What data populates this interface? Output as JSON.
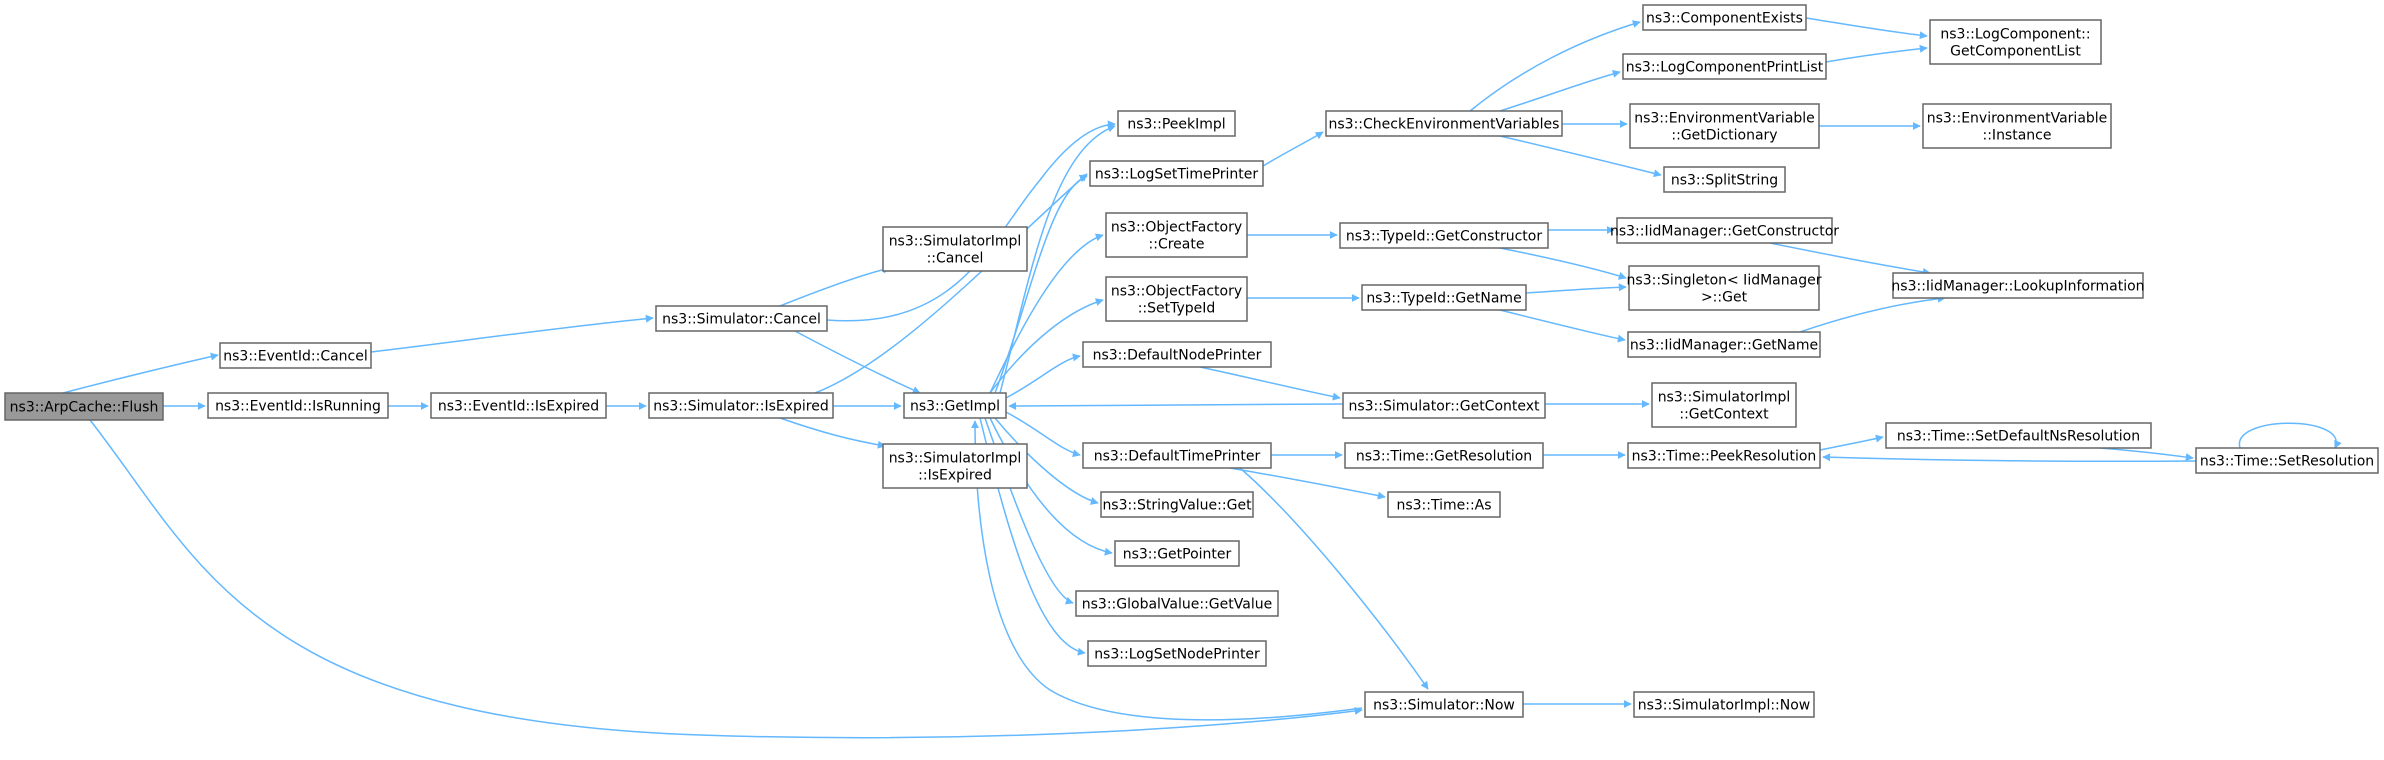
{
  "colors": {
    "edge": "#63b8ff",
    "node_border": "#666666",
    "root_fill": "#999999",
    "node_fill": "#ffffff"
  },
  "nodes": [
    {
      "id": "flush",
      "lines": [
        "ns3::ArpCache::Flush"
      ],
      "root": true
    },
    {
      "id": "eid_cancel",
      "lines": [
        "ns3::EventId::Cancel"
      ]
    },
    {
      "id": "eid_isrunning",
      "lines": [
        "ns3::EventId::IsRunning"
      ]
    },
    {
      "id": "eid_isexpired",
      "lines": [
        "ns3::EventId::IsExpired"
      ]
    },
    {
      "id": "sim_cancel",
      "lines": [
        "ns3::Simulator::Cancel"
      ]
    },
    {
      "id": "sim_isexpired",
      "lines": [
        "ns3::Simulator::IsExpired"
      ]
    },
    {
      "id": "simimpl_cancel",
      "lines": [
        "ns3::SimulatorImpl",
        "::Cancel"
      ]
    },
    {
      "id": "simimpl_isexpired",
      "lines": [
        "ns3::SimulatorImpl",
        "::IsExpired"
      ]
    },
    {
      "id": "getimpl",
      "lines": [
        "ns3::GetImpl"
      ]
    },
    {
      "id": "peekimpl",
      "lines": [
        "ns3::PeekImpl"
      ]
    },
    {
      "id": "logsettimeprinter",
      "lines": [
        "ns3::LogSetTimePrinter"
      ]
    },
    {
      "id": "of_create",
      "lines": [
        "ns3::ObjectFactory",
        "::Create"
      ]
    },
    {
      "id": "of_settypeid",
      "lines": [
        "ns3::ObjectFactory",
        "::SetTypeId"
      ]
    },
    {
      "id": "defaultnodeprinter",
      "lines": [
        "ns3::DefaultNodePrinter"
      ]
    },
    {
      "id": "defaulttimeprinter",
      "lines": [
        "ns3::DefaultTimePrinter"
      ]
    },
    {
      "id": "stringvalue_get",
      "lines": [
        "ns3::StringValue::Get"
      ]
    },
    {
      "id": "getpointer",
      "lines": [
        "ns3::GetPointer"
      ]
    },
    {
      "id": "gv_getvalue",
      "lines": [
        "ns3::GlobalValue::GetValue"
      ]
    },
    {
      "id": "logsetnodeprinter",
      "lines": [
        "ns3::LogSetNodePrinter"
      ]
    },
    {
      "id": "checkenv",
      "lines": [
        "ns3::CheckEnvironmentVariables"
      ]
    },
    {
      "id": "typeid_getconstructor",
      "lines": [
        "ns3::TypeId::GetConstructor"
      ]
    },
    {
      "id": "typeid_getname",
      "lines": [
        "ns3::TypeId::GetName"
      ]
    },
    {
      "id": "sim_getcontext",
      "lines": [
        "ns3::Simulator::GetContext"
      ]
    },
    {
      "id": "time_getresolution",
      "lines": [
        "ns3::Time::GetResolution"
      ]
    },
    {
      "id": "time_as",
      "lines": [
        "ns3::Time::As"
      ]
    },
    {
      "id": "sim_now",
      "lines": [
        "ns3::Simulator::Now"
      ]
    },
    {
      "id": "componentexists",
      "lines": [
        "ns3::ComponentExists"
      ]
    },
    {
      "id": "logcomponentprintlist",
      "lines": [
        "ns3::LogComponentPrintList"
      ]
    },
    {
      "id": "envvar_getdict",
      "lines": [
        "ns3::EnvironmentVariable",
        "::GetDictionary"
      ]
    },
    {
      "id": "splitstring",
      "lines": [
        "ns3::SplitString"
      ]
    },
    {
      "id": "iid_getconstructor",
      "lines": [
        "ns3::IidManager::GetConstructor"
      ]
    },
    {
      "id": "singleton_get",
      "lines": [
        "ns3::Singleton< IidManager",
        ">::Get"
      ]
    },
    {
      "id": "iid_getname",
      "lines": [
        "ns3::IidManager::GetName"
      ]
    },
    {
      "id": "simimpl_getcontext",
      "lines": [
        "ns3::SimulatorImpl",
        "::GetContext"
      ]
    },
    {
      "id": "time_peekresolution",
      "lines": [
        "ns3::Time::PeekResolution"
      ]
    },
    {
      "id": "simimpl_now",
      "lines": [
        "ns3::SimulatorImpl::Now"
      ]
    },
    {
      "id": "logcomp_getcomplist",
      "lines": [
        "ns3::LogComponent::",
        "GetComponentList"
      ]
    },
    {
      "id": "envvar_instance",
      "lines": [
        "ns3::EnvironmentVariable",
        "::Instance"
      ]
    },
    {
      "id": "iid_lookupinfo",
      "lines": [
        "ns3::IidManager::LookupInformation"
      ]
    },
    {
      "id": "time_setdefaultns",
      "lines": [
        "ns3::Time::SetDefaultNsResolution"
      ]
    },
    {
      "id": "time_setresolution",
      "lines": [
        "ns3::Time::SetResolution"
      ]
    }
  ]
}
